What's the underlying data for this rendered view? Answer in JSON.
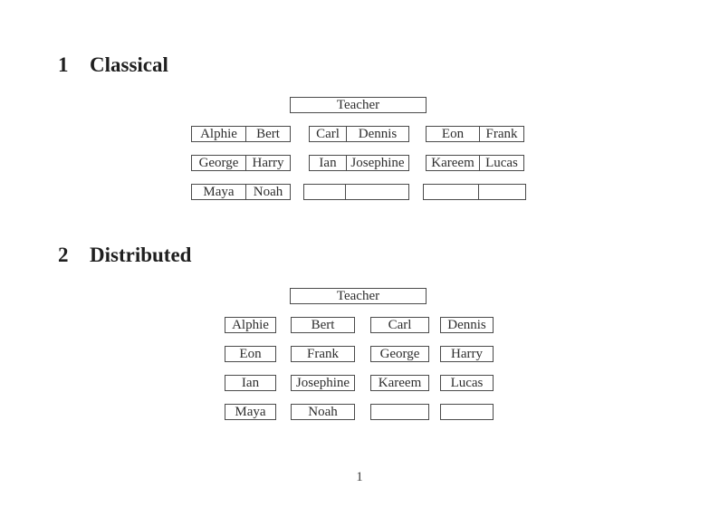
{
  "document": {
    "page_number": "1",
    "colors": {
      "background": "#ffffff",
      "text": "#2e2e2e",
      "border": "#4a4a4a"
    }
  },
  "sections": [
    {
      "number": "1",
      "title": "Classical",
      "teacher": "Teacher",
      "desks": [
        [
          "Alphie",
          "Bert"
        ],
        [
          "Carl",
          "Dennis"
        ],
        [
          "Eon",
          "Frank"
        ],
        [
          "George",
          "Harry"
        ],
        [
          "Ian",
          "Josephine"
        ],
        [
          "Kareem",
          "Lucas"
        ],
        [
          "Maya",
          "Noah"
        ],
        [
          "",
          ""
        ],
        [
          "",
          ""
        ]
      ]
    },
    {
      "number": "2",
      "title": "Distributed",
      "teacher": "Teacher",
      "desks": [
        "Alphie",
        "Bert",
        "Carl",
        "Dennis",
        "Eon",
        "Frank",
        "George",
        "Harry",
        "Ian",
        "Josephine",
        "Kareem",
        "Lucas",
        "Maya",
        "Noah",
        "",
        ""
      ]
    }
  ]
}
